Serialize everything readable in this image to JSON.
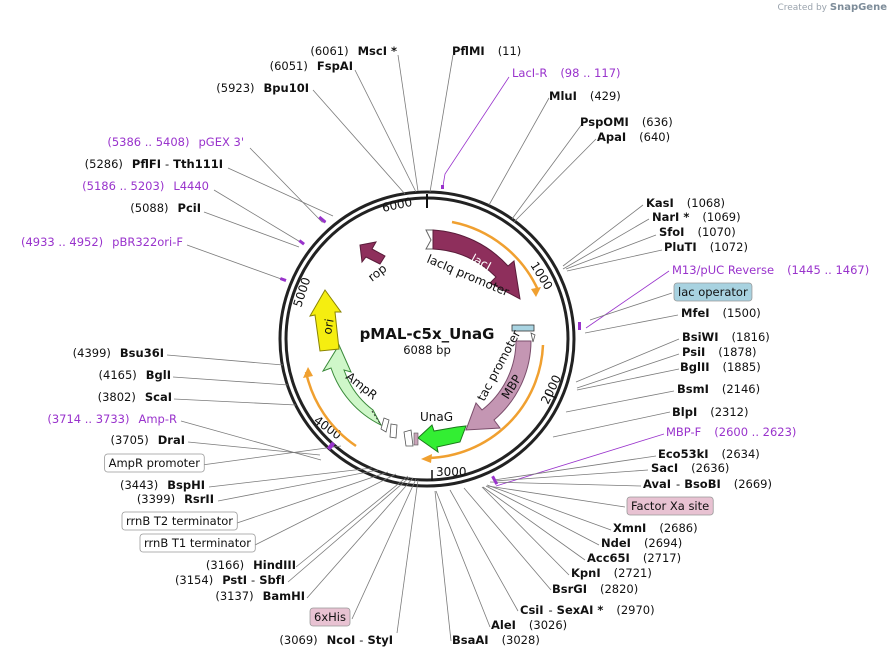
{
  "watermark": {
    "prefix": "Created by",
    "brand": "SnapGene"
  },
  "plasmid": {
    "name": "pMAL-c5x_UnaG",
    "size_label": "6088 bp",
    "length": 6088
  },
  "ruler_ticks": [
    "1000",
    "2000",
    "3000",
    "4000",
    "5000",
    "6000"
  ],
  "colors": {
    "lacI": "#8e2f5c",
    "MBP": "#c496b3",
    "UnaG": "#33ee33",
    "AmpR": "#cff7c9",
    "ori": "#f5ee10",
    "rop": "#8e2f5c",
    "promoter": "#ffffff",
    "purple": "#9933cc",
    "orange": "#f0a030"
  },
  "features": {
    "lacI": "lacI",
    "lacIq_promoter": "lacIq promoter",
    "tac_promoter": "tac promoter",
    "MBP": "MBP",
    "UnaG": "UnaG",
    "AmpR": "AmpR",
    "ori": "ori",
    "rop": "rop"
  },
  "left_labels": [
    {
      "pos": "(6061)",
      "name": "MscI *"
    },
    {
      "pos": "(6051)",
      "name": "FspAI"
    },
    {
      "pos": "(5923)",
      "name": "Bpu10I"
    },
    {
      "pos": "(5386 .. 5408)",
      "name": "pGEX 3'",
      "purple": true
    },
    {
      "pos": "(5286)",
      "name": "PflFI",
      "sep": "-",
      "name2": "Tth111I"
    },
    {
      "pos": "(5186 .. 5203)",
      "name": "L4440",
      "purple": true
    },
    {
      "pos": "(5088)",
      "name": "PciI"
    },
    {
      "pos": "(4933 .. 4952)",
      "name": "pBR322ori-F",
      "purple": true
    },
    {
      "pos": "(4399)",
      "name": "Bsu36I"
    },
    {
      "pos": "(4165)",
      "name": "BglI"
    },
    {
      "pos": "(3802)",
      "name": "ScaI"
    },
    {
      "pos": "(3714 .. 3733)",
      "name": "Amp-R",
      "purple": true
    },
    {
      "pos": "(3705)",
      "name": "DraI"
    },
    {
      "pos": "",
      "name": "AmpR promoter",
      "box": "white"
    },
    {
      "pos": "(3443)",
      "name": "BspHI"
    },
    {
      "pos": "(3399)",
      "name": "RsrII"
    },
    {
      "pos": "",
      "name": "rrnB T2 terminator",
      "box": "white"
    },
    {
      "pos": "",
      "name": "rrnB T1 terminator",
      "box": "white"
    },
    {
      "pos": "(3166)",
      "name": "HindIII"
    },
    {
      "pos": "(3154)",
      "name": "PstI",
      "sep": "-",
      "name2": "SbfI"
    },
    {
      "pos": "(3137)",
      "name": "BamHI"
    },
    {
      "pos": "",
      "name": "6xHis",
      "box": "pink"
    },
    {
      "pos": "(3069)",
      "name": "NcoI",
      "sep": "-",
      "name2": "StyI"
    }
  ],
  "right_labels": [
    {
      "name": "PflMI",
      "pos": "(11)"
    },
    {
      "name": "LacI-R",
      "pos": "(98 .. 117)",
      "purple": true
    },
    {
      "name": "MluI",
      "pos": "(429)"
    },
    {
      "name": "PspOMI",
      "pos": "(636)"
    },
    {
      "name": "ApaI",
      "pos": "(640)"
    },
    {
      "name": "KasI",
      "pos": "(1068)"
    },
    {
      "name": "NarI *",
      "pos": "(1069)"
    },
    {
      "name": "SfoI",
      "pos": "(1070)"
    },
    {
      "name": "PluTI",
      "pos": "(1072)"
    },
    {
      "name": "M13/pUC Reverse",
      "pos": "(1445 .. 1467)",
      "purple": true
    },
    {
      "name": "lac operator",
      "pos": "",
      "box": "blue"
    },
    {
      "name": "MfeI",
      "pos": "(1500)"
    },
    {
      "name": "BsiWI",
      "pos": "(1816)"
    },
    {
      "name": "PsiI",
      "pos": "(1878)"
    },
    {
      "name": "BglII",
      "pos": "(1885)"
    },
    {
      "name": "BsmI",
      "pos": "(2146)"
    },
    {
      "name": "BlpI",
      "pos": "(2312)"
    },
    {
      "name": "MBP-F",
      "pos": "(2600 .. 2623)",
      "purple": true
    },
    {
      "name": "Eco53kI",
      "pos": "(2634)"
    },
    {
      "name": "SacI",
      "pos": "(2636)"
    },
    {
      "name": "AvaI",
      "sep": "-",
      "name2": "BsoBI",
      "pos": "(2669)"
    },
    {
      "name": "Factor Xa site",
      "pos": "",
      "box": "pink"
    },
    {
      "name": "XmnI",
      "pos": "(2686)"
    },
    {
      "name": "NdeI",
      "pos": "(2694)"
    },
    {
      "name": "Acc65I",
      "pos": "(2717)"
    },
    {
      "name": "KpnI",
      "pos": "(2721)"
    },
    {
      "name": "BsrGI",
      "pos": "(2820)"
    },
    {
      "name": "CsiI",
      "sep": "-",
      "name2": "SexAI *",
      "pos": "(2970)"
    },
    {
      "name": "AleI",
      "pos": "(3026)"
    },
    {
      "name": "BsaAI",
      "pos": "(3028)"
    }
  ]
}
